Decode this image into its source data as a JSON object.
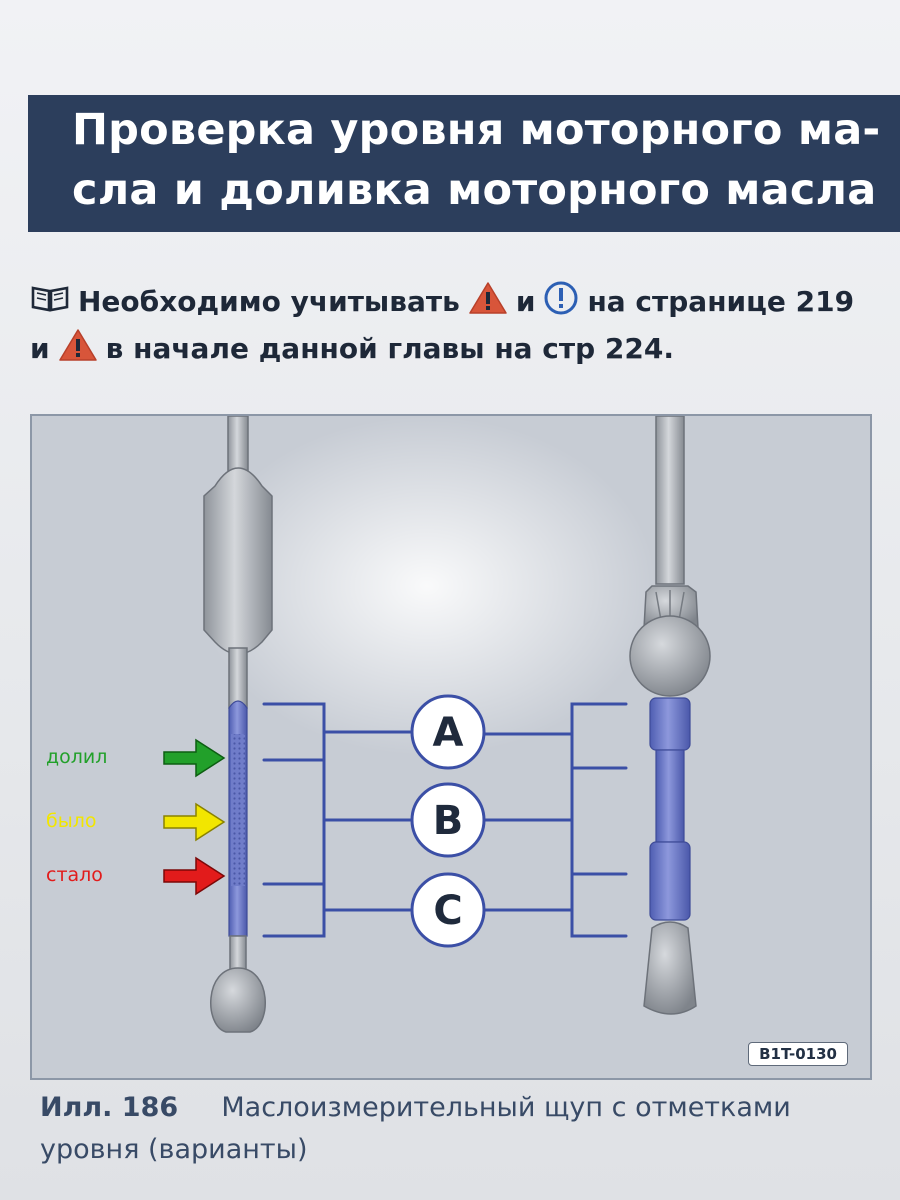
{
  "title": {
    "line1": "Проверка уровня моторного ма-",
    "line2": "сла и доливка моторного масла"
  },
  "note": {
    "line1_part1": "Необходимо учитывать",
    "line1_part2": "и",
    "line1_part3": "на странице 219",
    "line2_part1": "и",
    "line2_part2": "в начале данной главы на стр 224.",
    "book_icon": "book-icon",
    "warning_icon": "warning-triangle-icon",
    "info_icon": "exclamation-circle-icon"
  },
  "figure": {
    "marks": {
      "a": "A",
      "b": "B",
      "c": "C"
    },
    "code": "B1T-0130"
  },
  "overlay": {
    "dolil": {
      "text": "долил",
      "color": "#22a02a"
    },
    "bylo": {
      "text": "было",
      "color": "#f2e600"
    },
    "stalo": {
      "text": "стало",
      "color": "#e21b1b"
    }
  },
  "caption": {
    "number": "Илл. 186",
    "text_line1": "Маслоизмерительный щуп с отметками",
    "text_line2": "уровня (варианты)"
  },
  "colors": {
    "title_bg": "#2c3e5c",
    "dipstick_blue": "#6a78c8",
    "bracket_blue": "#3b4fa6",
    "warning": "#d8553a",
    "info": "#2c5fb4"
  }
}
